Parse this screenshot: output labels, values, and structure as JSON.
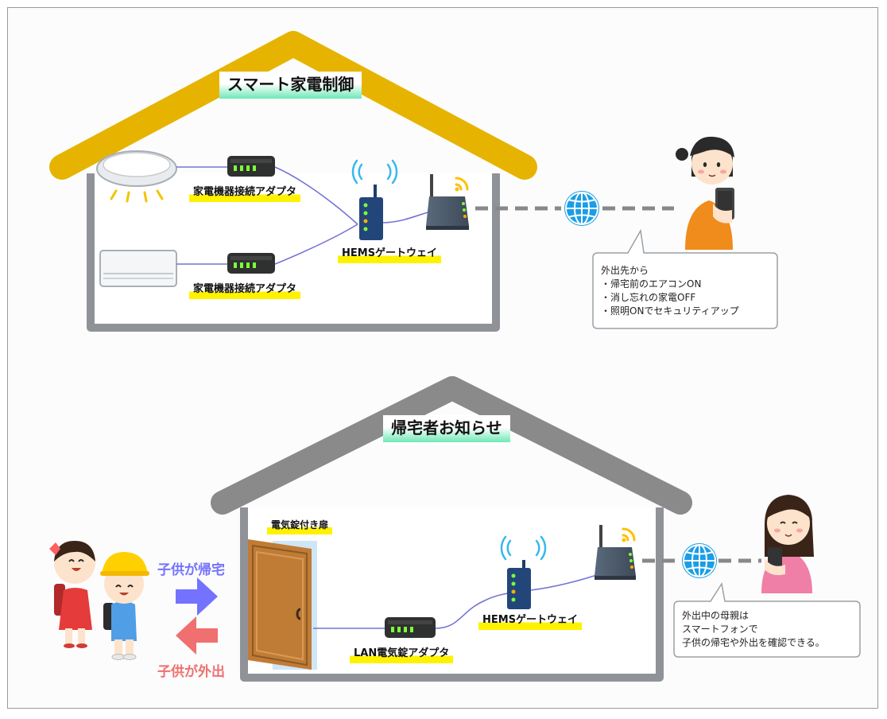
{
  "colors": {
    "roof_top": "#e6b400",
    "roof_bottom": "#8a8a8a",
    "wall": "#8f9398",
    "cable": "#7474d4",
    "dashed": "#888888",
    "arrow_in": "#7373ff",
    "arrow_out": "#f07070",
    "label_highlight": "#fff200",
    "title_gradient": "#6ee8b6"
  },
  "top": {
    "title": "スマート家電制御",
    "adapter1_label": "家電機器接続アダプタ",
    "adapter2_label": "家電機器接続アダプタ",
    "hems_label": "HEMSゲートウェイ",
    "bubble_lines": [
      "外出先から",
      "・帰宅前のエアコンON",
      "・消し忘れの家電OFF",
      "・照明ONでセキュリティアップ"
    ],
    "icons": [
      "ceiling-light-icon",
      "air-conditioner-icon",
      "adapter-icon",
      "hems-router-icon",
      "wifi-router-icon",
      "globe-icon",
      "woman-smartphone-icon"
    ]
  },
  "bottom": {
    "title": "帰宅者お知らせ",
    "door_label": "電気錠付き扉",
    "lan_adapter_label": "LAN電気錠アダプタ",
    "hems_label": "HEMSゲートウェイ",
    "arrive_label": "子供が帰宅",
    "leave_label": "子供が外出",
    "bubble_lines": [
      "外出中の母親は",
      "スマートフォンで",
      "子供の帰宅や外出を確認できる。"
    ],
    "icons": [
      "children-icon",
      "door-icon",
      "adapter-icon",
      "hems-router-icon",
      "wifi-router-icon",
      "globe-icon",
      "mother-smartphone-icon"
    ]
  }
}
